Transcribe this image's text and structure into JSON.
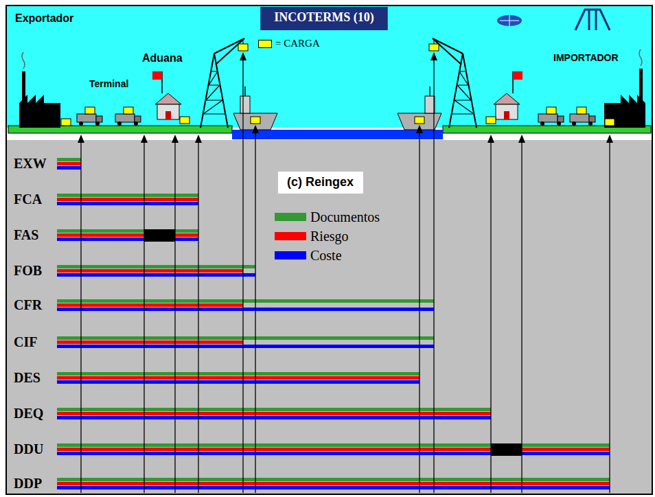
{
  "diagram": {
    "title": "INCOTERMS (10)",
    "nodes": [
      {
        "text": [
          "(c) Reingex"
        ]
      }
    ],
    "labels": [
      "Exportador",
      "Aduana",
      "Terminal",
      "IMPORTADOR",
      "EXW",
      "FCA",
      "FAS",
      "FOB",
      "CFR",
      "CIF",
      "DES",
      "DEQ",
      "DDU",
      "DDP"
    ],
    "legend": [
      {
        "text": "= CARGA",
        "color": "#ffff00"
      },
      {
        "text": "Documentos",
        "color": "#339933"
      },
      {
        "text": "Riesgo",
        "color": "#ff0000"
      },
      {
        "text": "Coste",
        "color": "#0000ff"
      }
    ]
  }
}
